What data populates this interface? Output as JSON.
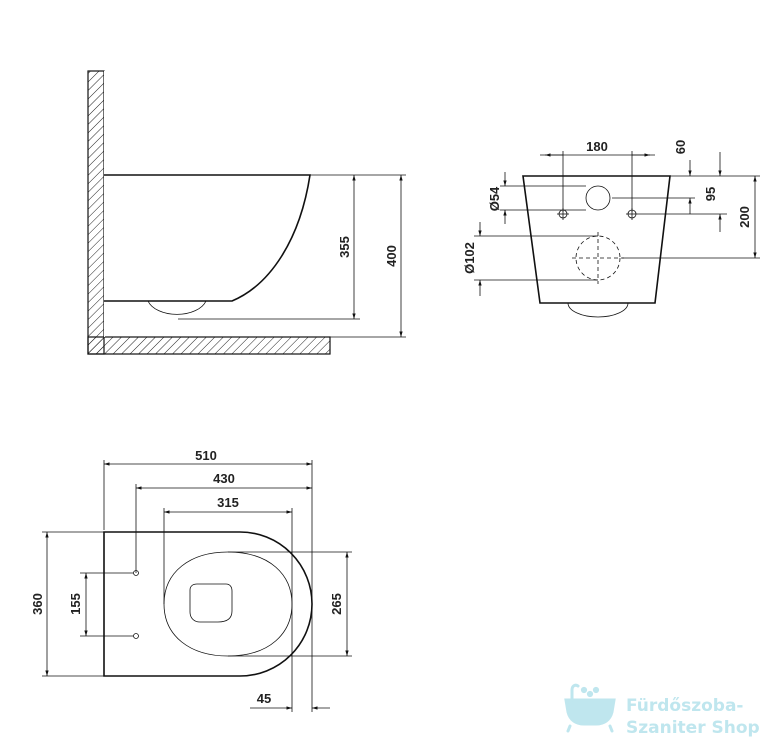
{
  "side_view": {
    "dim_355": "355",
    "dim_400": "400"
  },
  "front_view": {
    "dim_180": "180",
    "dim_60": "60",
    "dim_54": "Ø54",
    "dim_95": "95",
    "dim_200": "200",
    "dim_102": "Ø102"
  },
  "top_view": {
    "dim_510": "510",
    "dim_430": "430",
    "dim_315": "315",
    "dim_360": "360",
    "dim_155": "155",
    "dim_265": "265",
    "dim_45": "45"
  },
  "watermark": {
    "line1": "Fürdőszoba-",
    "line2": "Szaniter Shop",
    "icon": "bathtub-icon",
    "color": "#bfe6ee"
  }
}
